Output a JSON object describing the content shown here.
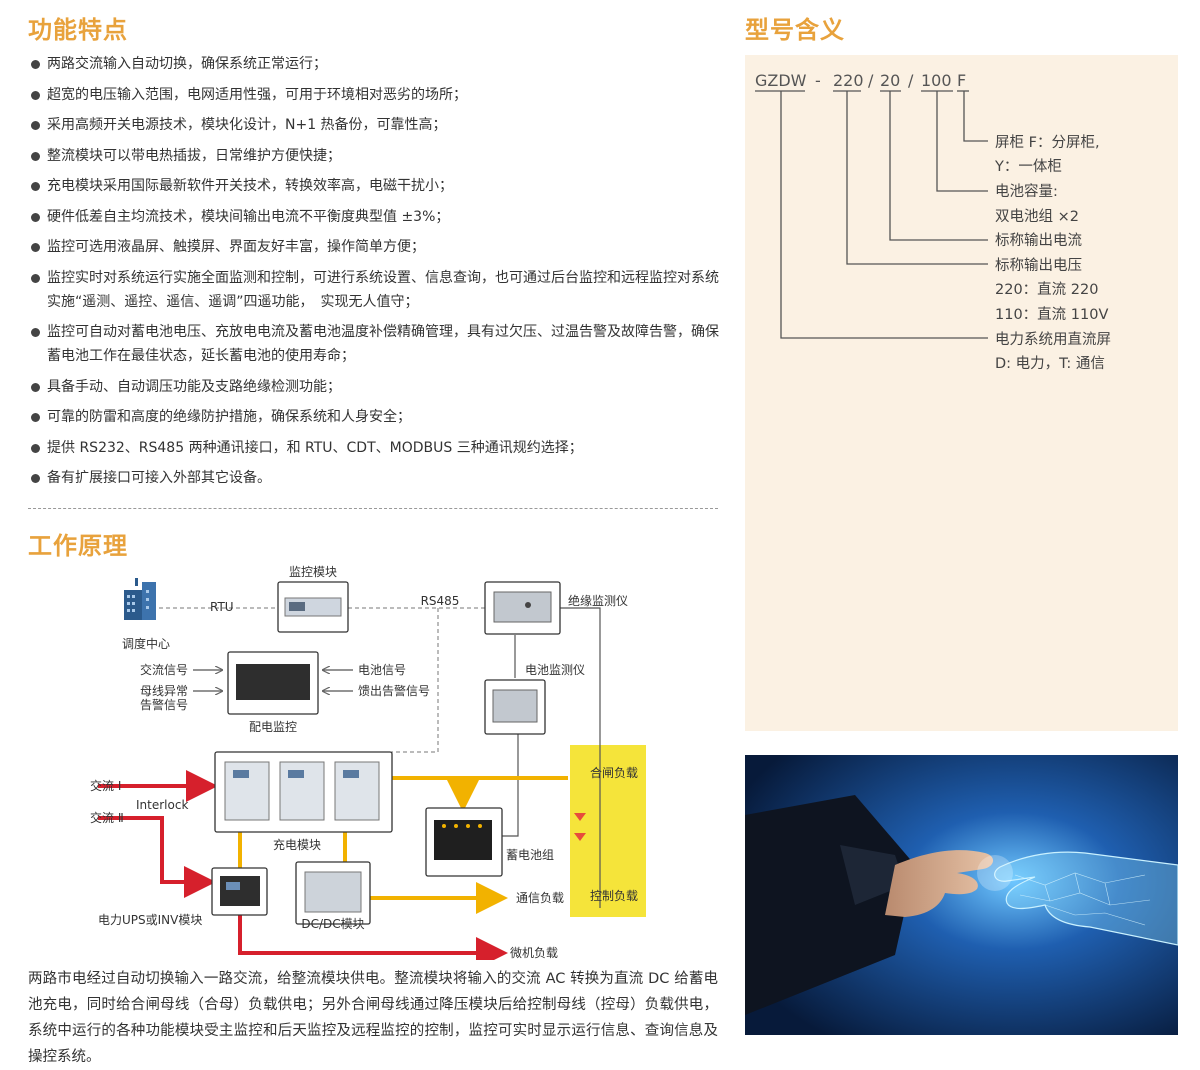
{
  "features": {
    "title": "功能特点",
    "items": [
      "两路交流输入自动切换，确保系统正常运行；",
      "超宽的电压输入范围，电网适用性强，可用于环境相对恶劣的场所；",
      "采用高频开关电源技术，模块化设计，N+1 热备份，可靠性高；",
      "整流模块可以带电热插拔，日常维护方便快捷；",
      "充电模块采用国际最新软件开关技术，转换效率高，电磁干扰小；",
      "硬件低差自主均流技术，模块间输出电流不平衡度典型值 ±3%；",
      "监控可选用液晶屏、触摸屏、界面友好丰富，操作简单方便；",
      "监控实时对系统运行实施全面监测和控制，可进行系统设置、信息查询，也可通过后台监控和远程监控对系统实施“遥测、遥控、遥信、遥调”四遥功能，　实现无人值守；",
      "监控可自动对蓄电池电压、充放电电流及蓄电池温度补偿精确管理，具有过欠压、过温告警及故障告警，确保蓄电池工作在最佳状态，延长蓄电池的使用寿命；",
      "具备手动、自动调压功能及支路绝缘检测功能；",
      "可靠的防雷和高度的绝缘防护措施，确保系统和人身安全；",
      "提供 RS232、RS485 两种通讯接口，和 RTU、CDT、MODBUS 三种通讯规约选择；",
      "备有扩展接口可接入外部其它设备。"
    ]
  },
  "model": {
    "title": "型号含义",
    "code": {
      "p1": "GZDW",
      "dash": "-",
      "p2": "220",
      "s1": "/",
      "p3": "20",
      "s2": "/",
      "p4": "100",
      "p5": "F"
    },
    "lines": [
      "屏柜 F：分屏柜,",
      "Y：一体柜",
      "电池容量:",
      "双电池组 ×2",
      "标称输出电流",
      "标称输出电压",
      "220：直流 220",
      "110：直流 110V",
      "电力系统用直流屏",
      "D: 电力，T: 通信"
    ]
  },
  "principle": {
    "title": "工作原理",
    "labels": {
      "monitor": "监控模块",
      "rtu": "RTU",
      "dispatch": "调度中心",
      "rs485": "RS485",
      "insulation": "绝缘监测仪",
      "battery_monitor": "电池监测仪",
      "ac_signal": "交流信号",
      "bus_abnormal": "母线异常",
      "alarm_signal": "告警信号",
      "battery_signal": "电池信号",
      "feeder_alarm": "馈出告警信号",
      "dist_monitor": "配电监控",
      "ac1": "交流 Ⅰ",
      "interlock": "Interlock",
      "ac2": "交流 Ⅱ",
      "charge_module": "充电模块",
      "battery_group": "蓄电池组",
      "closing_load": "合闸负载",
      "control_load": "控制负载",
      "comm_load": "通信负载",
      "ups": "电力UPS或INV模块",
      "dcdc": "DC/DC模块",
      "micro_load": "微机负载"
    },
    "description": "两路市电经过自动切换输入一路交流，给整流模块供电。整流模块将输入的交流 AC 转换为直流 DC 给蓄电池充电，同时给合闸母线（合母）负载供电；另外合闸母线通过降压模块后给控制母线（控母）负载供电，系统中运行的各种功能模块受主监控和后天监控及远程监控的控制，监控可实时显示运行信息、查询信息及操控系统。"
  },
  "colors": {
    "accent": "#e8a23c",
    "panel_bg": "#fbf1e3",
    "power_line": "#d6202c",
    "dc_line": "#f2b200",
    "bus_bar": "#f5e43a"
  },
  "image": {
    "icon": "handshake-digital-hand-image"
  }
}
